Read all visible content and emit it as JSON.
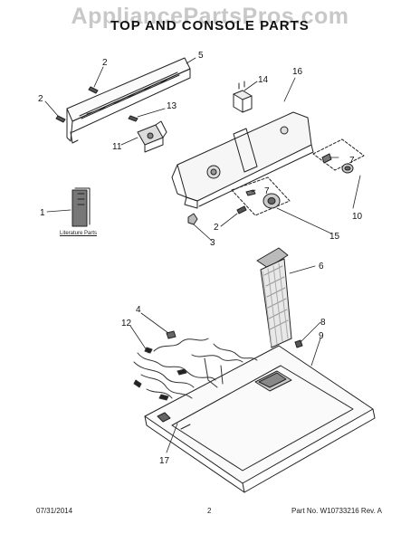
{
  "watermark": "AppliancePartsPros.com",
  "title": "TOP AND CONSOLE PARTS",
  "literature_caption": "Literature Parts",
  "callouts": [
    "2",
    "5",
    "2",
    "13",
    "11",
    "1",
    "16",
    "14",
    "7",
    "7",
    "10",
    "2",
    "3",
    "15",
    "6",
    "4",
    "12",
    "8",
    "9",
    "17"
  ],
  "footer": {
    "date": "07/31/2014",
    "page": "2",
    "part_no": "Part No. W10733216  Rev. A"
  }
}
